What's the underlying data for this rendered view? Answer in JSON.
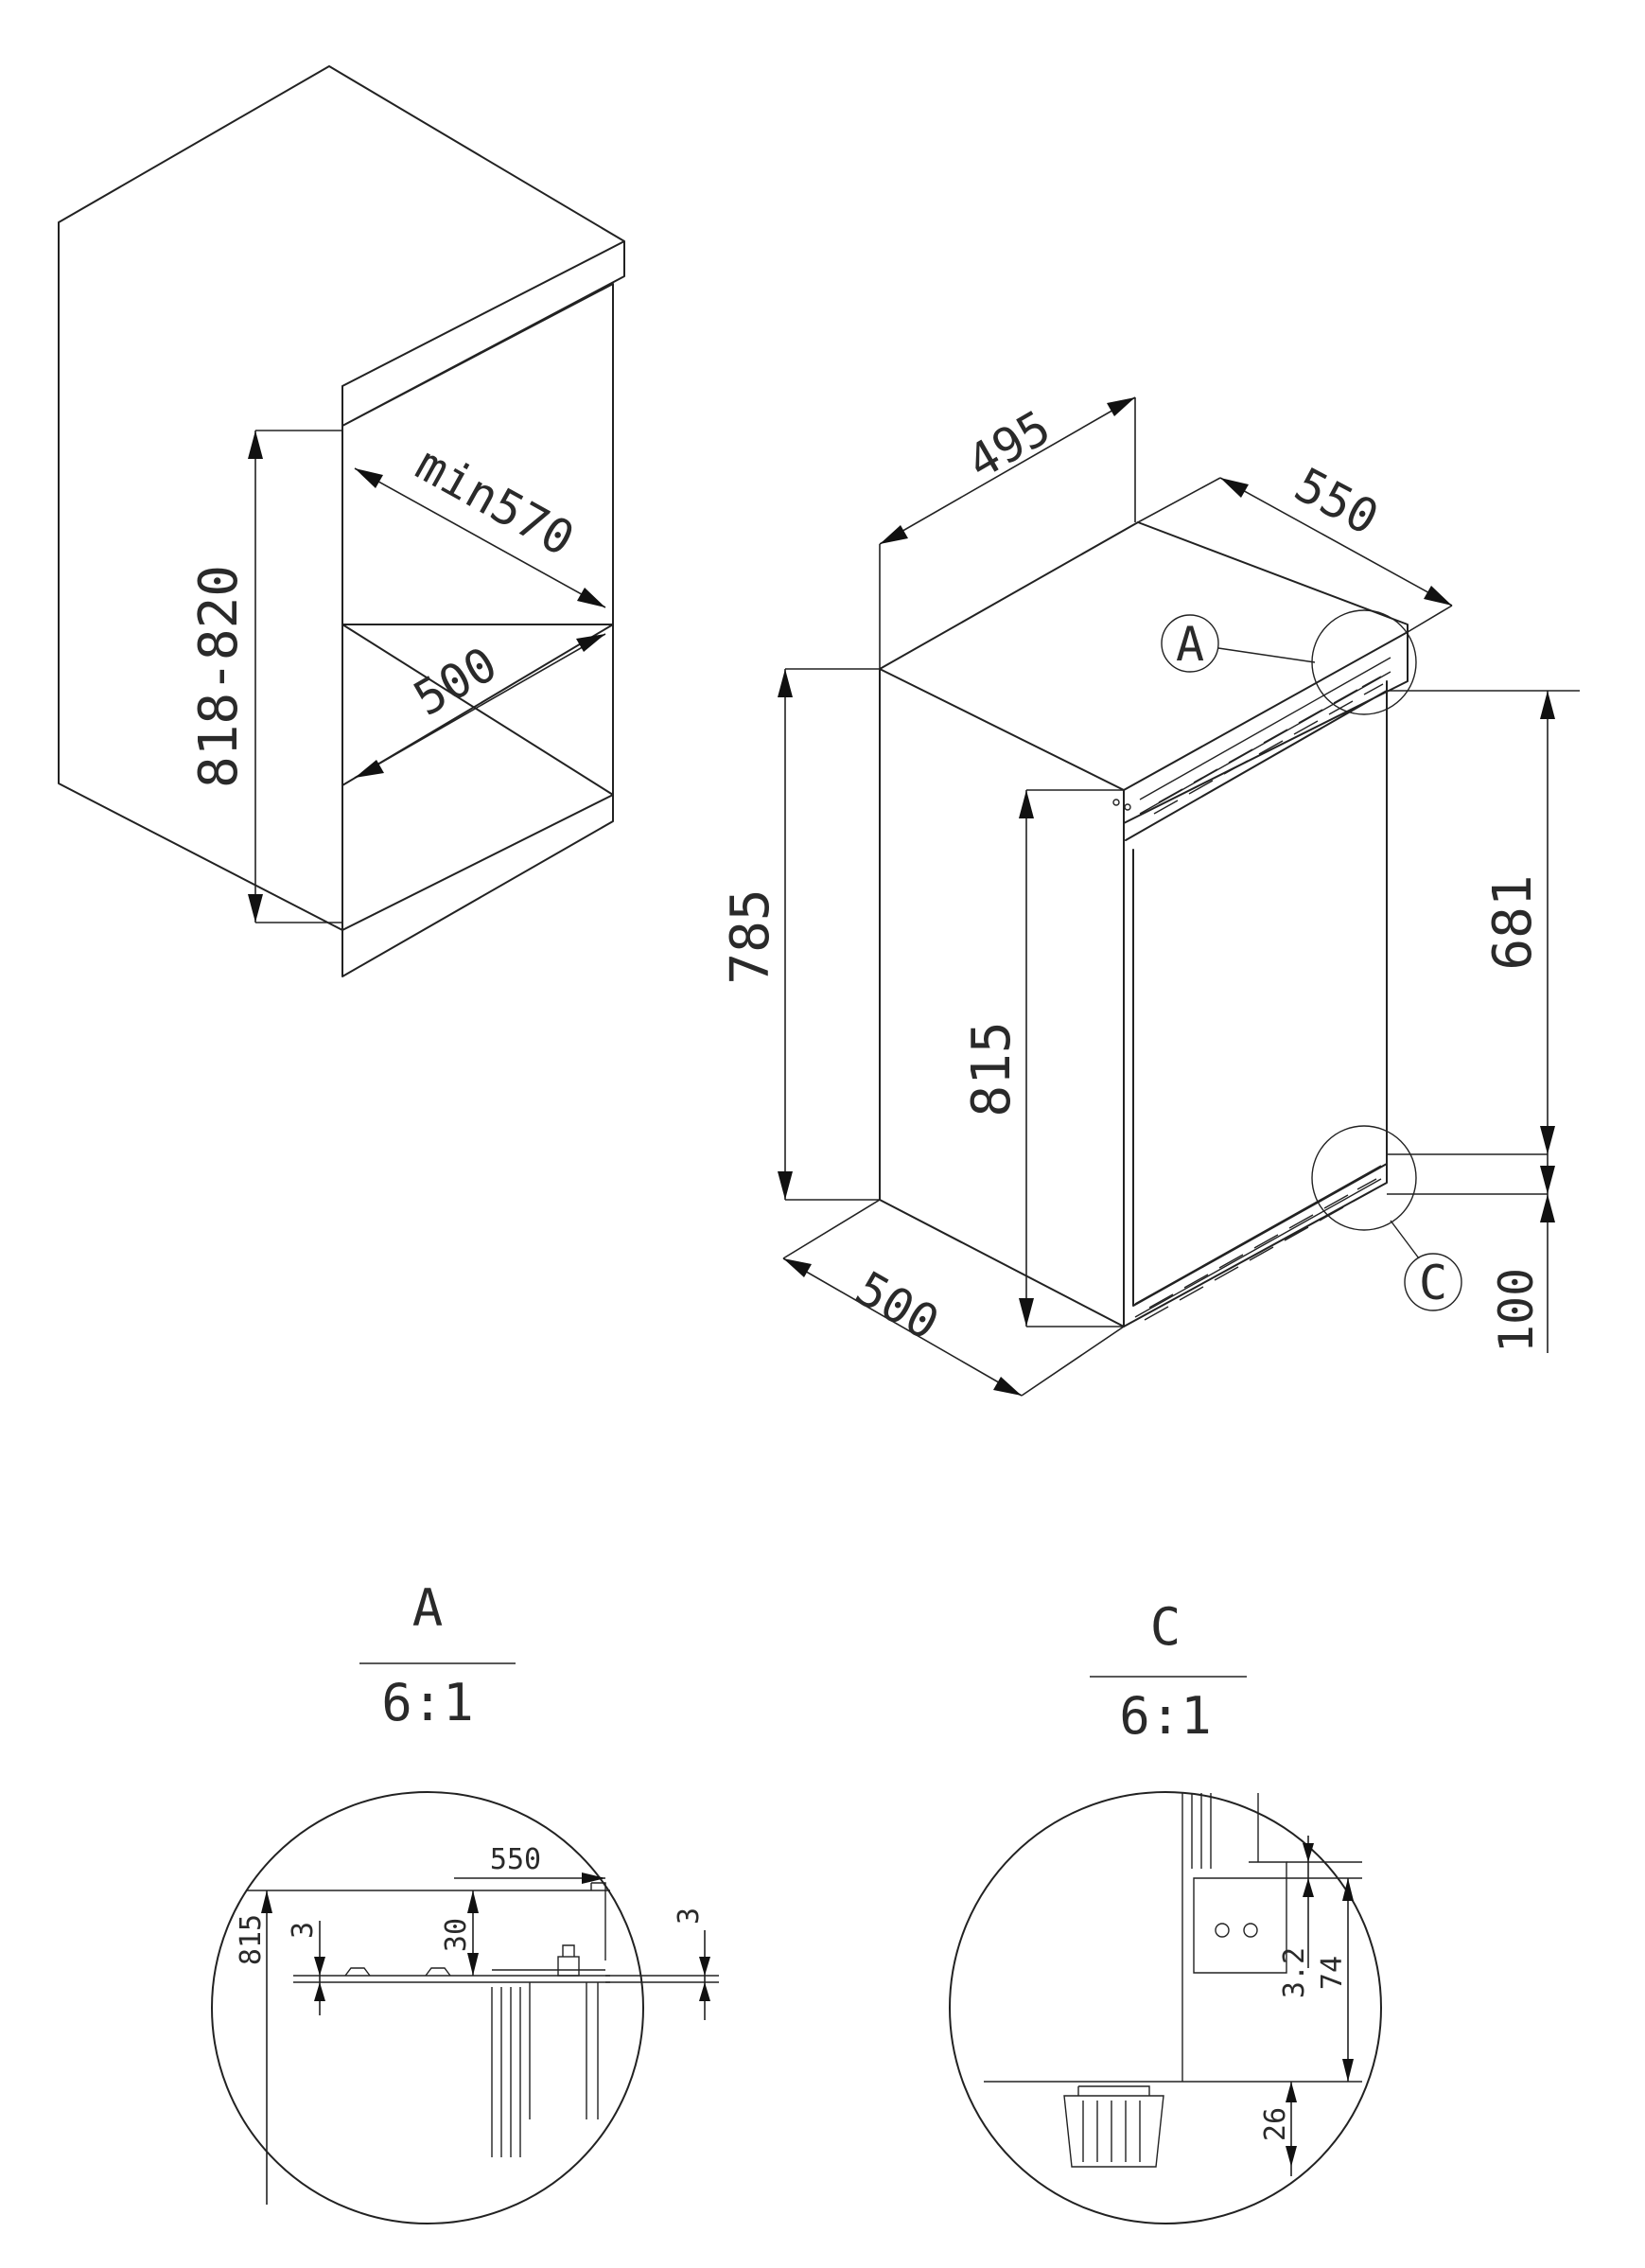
{
  "niche_view": {
    "height_label": "818-820",
    "depth_label": "min570",
    "width_label": "500"
  },
  "appliance_view": {
    "width_label": "495",
    "depth_label": "550",
    "height_left_label": "785",
    "height_front_label": "815",
    "door_height_label": "681",
    "bottom_label": "100",
    "base_depth_label": "500",
    "detail_marker_a": "A",
    "detail_marker_c": "C"
  },
  "detail_a": {
    "title": "A",
    "scale": "6:1",
    "dim_width": "550",
    "dim_height": "815",
    "dim_gap_left": "3",
    "dim_gap_mid": "30",
    "dim_gap_right": "3"
  },
  "detail_c": {
    "title": "C",
    "scale": "6:1",
    "dim_small": "3.2",
    "dim_hinge": "74",
    "dim_foot": "26"
  }
}
